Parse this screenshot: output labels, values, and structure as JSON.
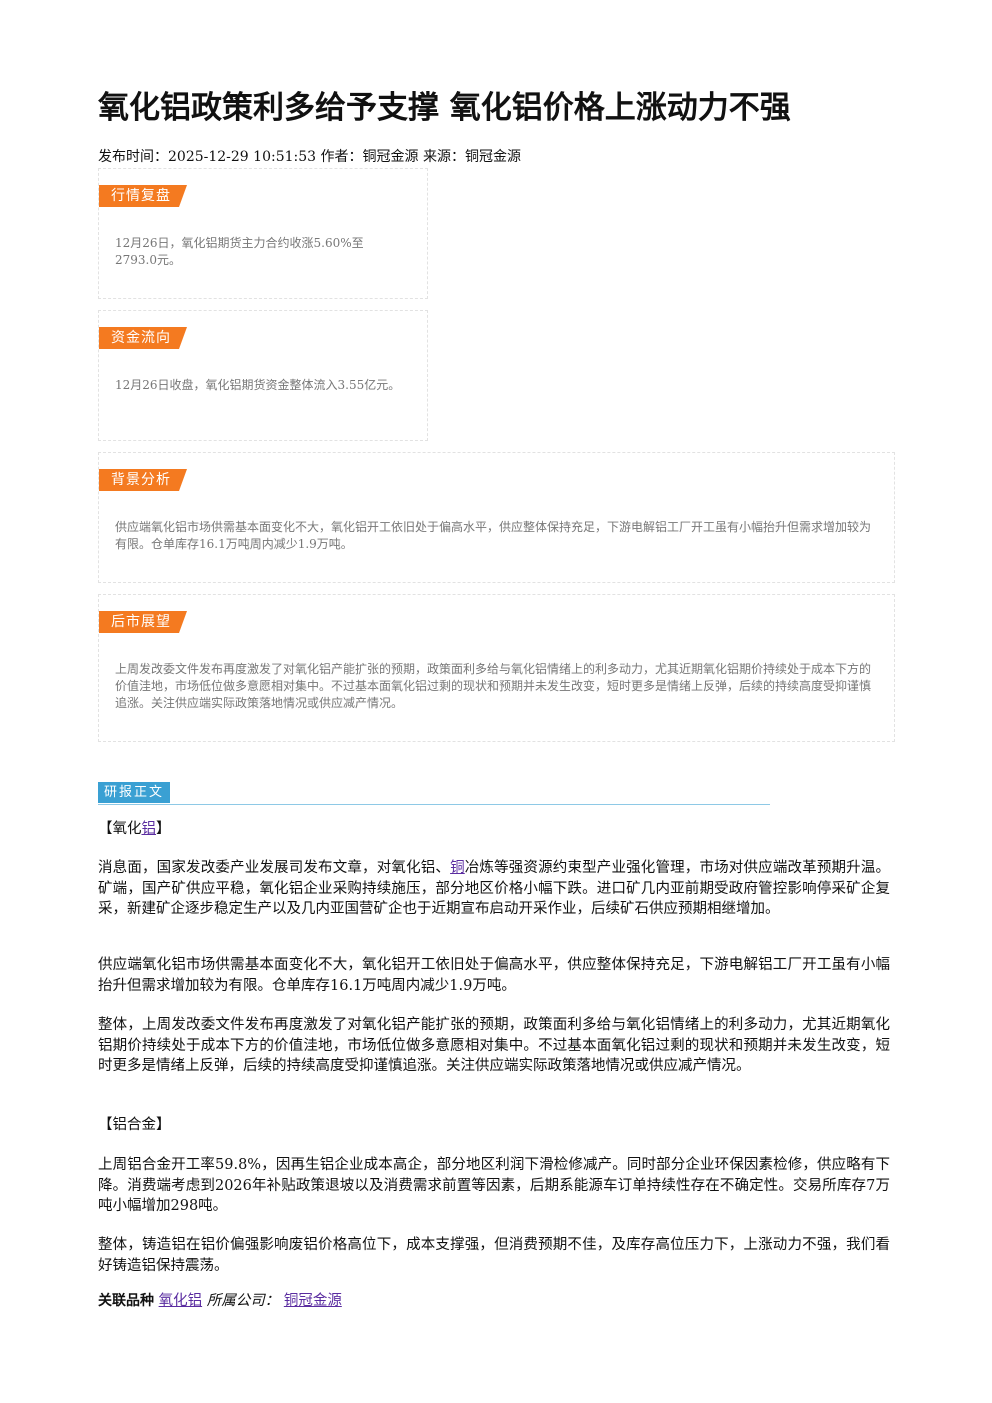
{
  "article": {
    "title": "氧化铝政策利多给予支撑 氧化铝价格上涨动力不强",
    "meta": "发布时间：2025-12-29 10:51:53 作者：铜冠金源 来源：铜冠金源"
  },
  "boxes": [
    {
      "tag": "行情复盘",
      "text": "12月26日，氧化铝期货主力合约收涨5.60%至2793.0元。"
    },
    {
      "tag": "资金流向",
      "text": "12月26日收盘，氧化铝期货资金整体流入3.55亿元。"
    },
    {
      "tag": "背景分析",
      "text": "供应端氧化铝市场供需基本面变化不大，氧化铝开工依旧处于偏高水平，供应整体保持充足，下游电解铝工厂开工虽有小幅抬升但需求增加较为有限。仓单库存16.1万吨周内减少1.9万吨。"
    },
    {
      "tag": "后市展望",
      "text": "上周发改委文件发布再度激发了对氧化铝产能扩张的预期，政策面利多给与氧化铝情绪上的利多动力，尤其近期氧化铝期价持续处于成本下方的价值洼地，市场低位做多意愿相对集中。不过基本面氧化铝过剩的现状和预期并未发生改变，短时更多是情绪上反弹，后续的持续高度受抑谨慎追涨。关注供应端实际政策落地情况或供应减产情况。"
    }
  ],
  "report": {
    "section_label": "研报正文",
    "heading1_prefix": "【氧化",
    "heading1_link": "铝",
    "heading1_suffix": "】",
    "p1_before": "消息面，国家发改委产业发展司发布文章，对氧化铝、",
    "p1_link": "铜",
    "p1_after": "冶炼等强资源约束型产业强化管理，市场对供应端改革预期升温。矿端，国产矿供应平稳，氧化铝企业采购持续施压，部分地区价格小幅下跌。进口矿几内亚前期受政府管控影响停采矿企复采，新建矿企逐步稳定生产以及几内亚国营矿企也于近期宣布启动开采作业，后续矿石供应预期相继增加。",
    "p2": "供应端氧化铝市场供需基本面变化不大，氧化铝开工依旧处于偏高水平，供应整体保持充足，下游电解铝工厂开工虽有小幅抬升但需求增加较为有限。仓单库存16.1万吨周内减少1.9万吨。",
    "p3": "整体，上周发改委文件发布再度激发了对氧化铝产能扩张的预期，政策面利多给与氧化铝情绪上的利多动力，尤其近期氧化铝期价持续处于成本下方的价值洼地，市场低位做多意愿相对集中。不过基本面氧化铝过剩的现状和预期并未发生改变，短时更多是情绪上反弹，后续的持续高度受抑谨慎追涨。关注供应端实际政策落地情况或供应减产情况。",
    "heading2": "【铝合金】",
    "p4": "上周铝合金开工率59.8%，因再生铝企业成本高企，部分地区利润下滑检修减产。同时部分企业环保因素检修，供应略有下降。消费端考虑到2026年补贴政策退坡以及消费需求前置等因素，后期系能源车订单持续性存在不确定性。交易所库存7万吨小幅增加298吨。",
    "p5": "整体，铸造铝在铝价偏强影响废铝价格高位下，成本支撑强，但消费预期不佳，及库存高位压力下，上涨动力不强，我们看好铸造铝保持震荡。"
  },
  "footer": {
    "label": "关联品种",
    "variety_link": "氧化铝",
    "company_label": "所属公司：",
    "company_link": "铜冠金源"
  }
}
